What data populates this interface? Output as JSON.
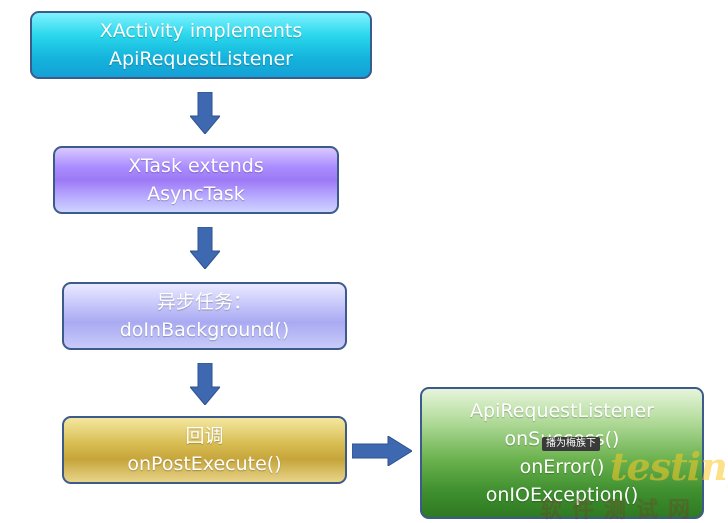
{
  "header_text": "",
  "boxes": [
    {
      "lines": [
        "XActivity implements",
        "ApiRequestListener"
      ]
    },
    {
      "lines": [
        "XTask extends",
        "AsyncTask"
      ]
    },
    {
      "lines": [
        "异步任务：",
        "doInBackground()"
      ]
    },
    {
      "lines": [
        "回调",
        "onPostExecute()"
      ]
    },
    {
      "lines": [
        "ApiRequestListener",
        "onSuccess()",
        "onError()",
        "onIOException()"
      ]
    }
  ],
  "tooltip": "播为梅族下",
  "watermark": {
    "brand": "testing",
    "cn": "软件测试网"
  },
  "colors": {
    "arrow": "#3e68b0",
    "border": "#3c5a8a"
  }
}
